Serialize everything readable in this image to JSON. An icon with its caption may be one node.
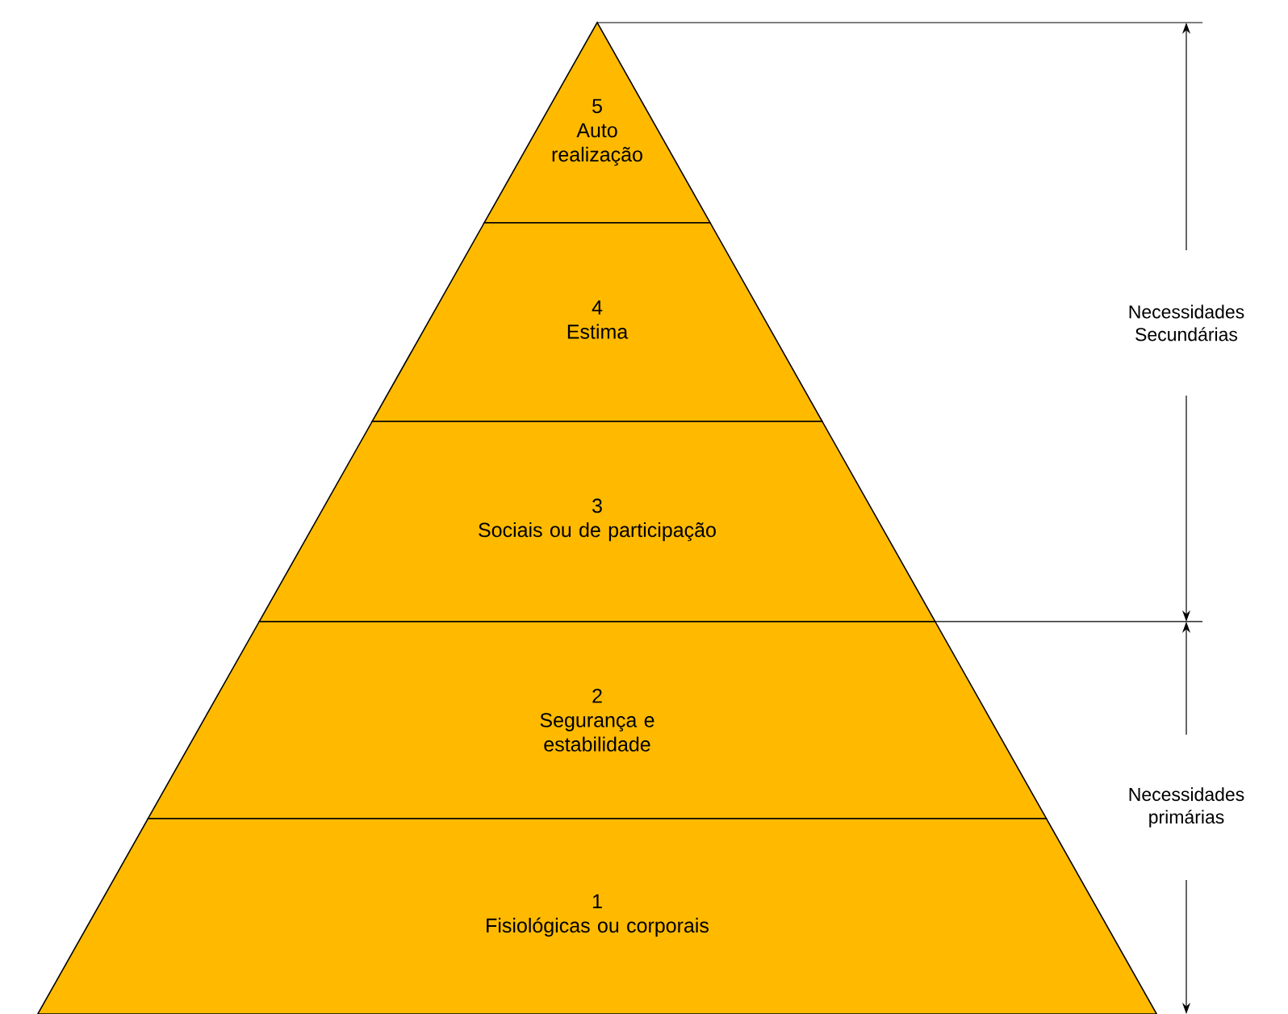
{
  "diagram": {
    "nodes": [
      {
        "text": [
          "5",
          "Auto realização"
        ]
      },
      {
        "text": [
          "4",
          "Estima"
        ]
      },
      {
        "text": [
          "3",
          "Sociais ou de participação"
        ]
      },
      {
        "text": [
          "2",
          "Segurança e estabilidade"
        ]
      },
      {
        "text": [
          "1",
          "Fisiológicas ou corporais"
        ]
      }
    ],
    "edges": [],
    "labels": [
      "Necessidades Secundárias",
      "Necessidades primárias"
    ]
  }
}
